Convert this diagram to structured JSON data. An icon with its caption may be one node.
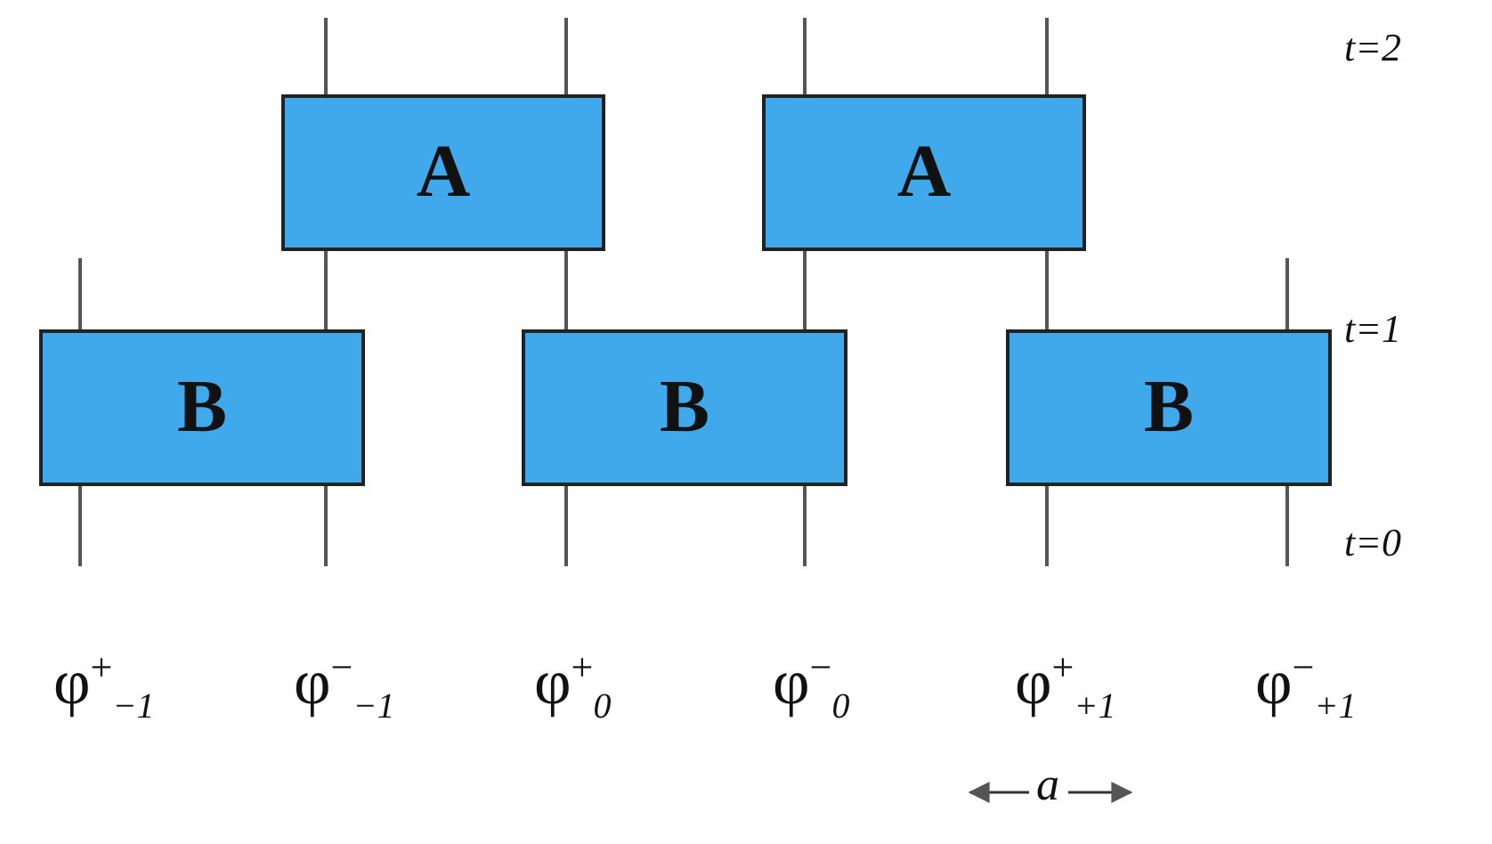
{
  "diagram": {
    "nodes": [
      {
        "text": [
          "A"
        ]
      },
      {
        "text": [
          "A"
        ]
      },
      {
        "text": [
          "B"
        ]
      },
      {
        "text": [
          "B"
        ]
      },
      {
        "text": [
          "B"
        ]
      }
    ],
    "edges": [
      {
        "from": null,
        "to": 2,
        "arrow": "none"
      },
      {
        "from": null,
        "to": 2,
        "arrow": "none"
      },
      {
        "from": null,
        "to": 3,
        "arrow": "none"
      },
      {
        "from": null,
        "to": 3,
        "arrow": "none"
      },
      {
        "from": null,
        "to": 4,
        "arrow": "none"
      },
      {
        "from": null,
        "to": 4,
        "arrow": "none"
      },
      {
        "from": 2,
        "to": 0,
        "arrow": "none"
      },
      {
        "from": 3,
        "to": 0,
        "arrow": "none"
      },
      {
        "from": 3,
        "to": 1,
        "arrow": "none"
      },
      {
        "from": 4,
        "to": 1,
        "arrow": "none"
      },
      {
        "from": 2,
        "to": null,
        "arrow": "none"
      },
      {
        "from": 0,
        "to": null,
        "arrow": "none"
      },
      {
        "from": 0,
        "to": null,
        "arrow": "none"
      },
      {
        "from": 1,
        "to": null,
        "arrow": "none"
      },
      {
        "from": 1,
        "to": null,
        "arrow": "none"
      },
      {
        "from": 4,
        "to": null,
        "arrow": "none"
      }
    ],
    "labels": [
      "t=2",
      "t=1",
      "t=0",
      "φ$^{+}$$_{−1}$",
      "φ$^{−}$$_{−1}$",
      "φ$^{+}$$_{0}$",
      "φ$^{−}$$_{0}$",
      "φ$^{+}$$_{+1}$",
      "φ$^{−}$$_{+1}$",
      "a"
    ]
  }
}
